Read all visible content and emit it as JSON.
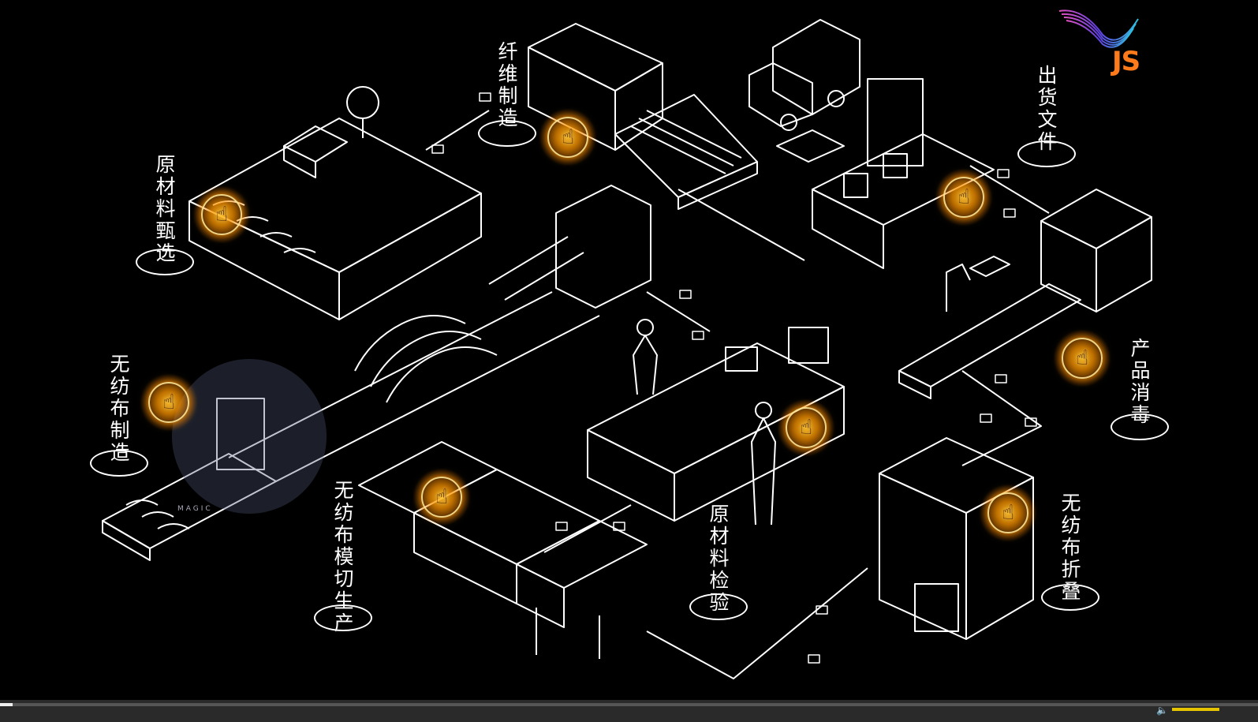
{
  "labels": {
    "raw_selection": "原材料甄选",
    "fiber_making": "纤维制造",
    "shipping_docs": "出货文件",
    "nonwoven_making": "无纺布制造",
    "product_disinfection": "产品消毒",
    "die_cut_production": "无纺布模切生产",
    "raw_inspection": "原材料检验",
    "nonwoven_folding": "无纺布折叠"
  },
  "logo": {
    "text": "JS"
  },
  "watermark": {
    "text": "MAGIC"
  },
  "colors": {
    "background": "#000000",
    "line": "#ffffff",
    "hotspot": "#ffa000",
    "logo": "#ff7a1a"
  },
  "playback": {
    "progress": 0.01
  }
}
